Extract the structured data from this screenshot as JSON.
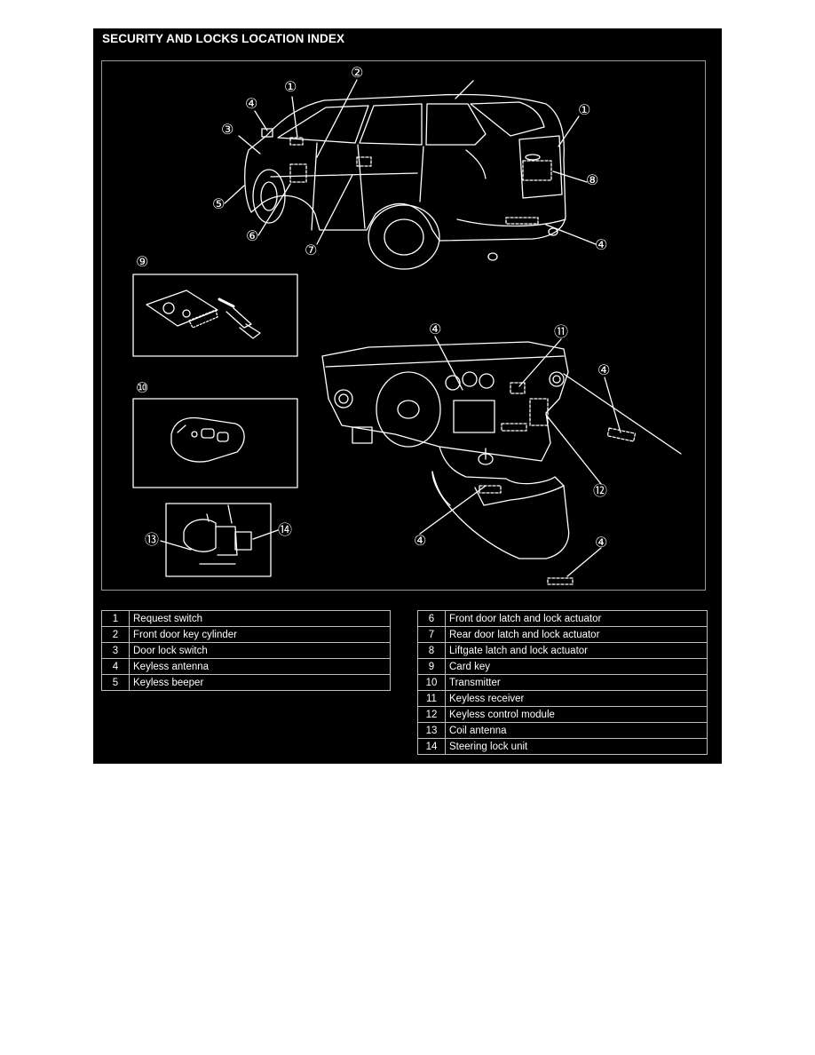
{
  "header": {
    "title": "SECURITY AND LOCKS LOCATION INDEX"
  },
  "callouts": {
    "n1": "①",
    "n2": "②",
    "n3": "③",
    "n4": "④",
    "n5": "⑤",
    "n6": "⑥",
    "n7": "⑦",
    "n8": "⑧",
    "n9": "⑨",
    "n10": "⑩",
    "n11": "⑪",
    "n12": "⑫",
    "n13": "⑬",
    "n14": "⑭"
  },
  "legend_left": [
    {
      "num": "1",
      "label": "Request switch"
    },
    {
      "num": "2",
      "label": "Front door key cylinder"
    },
    {
      "num": "3",
      "label": "Door lock switch"
    },
    {
      "num": "4",
      "label": "Keyless antenna"
    },
    {
      "num": "5",
      "label": "Keyless beeper"
    }
  ],
  "legend_right": [
    {
      "num": "6",
      "label": "Front door latch and lock actuator"
    },
    {
      "num": "7",
      "label": "Rear door latch and lock actuator"
    },
    {
      "num": "8",
      "label": "Liftgate latch and lock actuator"
    },
    {
      "num": "9",
      "label": "Card key"
    },
    {
      "num": "10",
      "label": "Transmitter"
    },
    {
      "num": "11",
      "label": "Keyless receiver"
    },
    {
      "num": "12",
      "label": "Keyless control module"
    },
    {
      "num": "13",
      "label": "Coil antenna"
    },
    {
      "num": "14",
      "label": "Steering lock unit"
    }
  ]
}
